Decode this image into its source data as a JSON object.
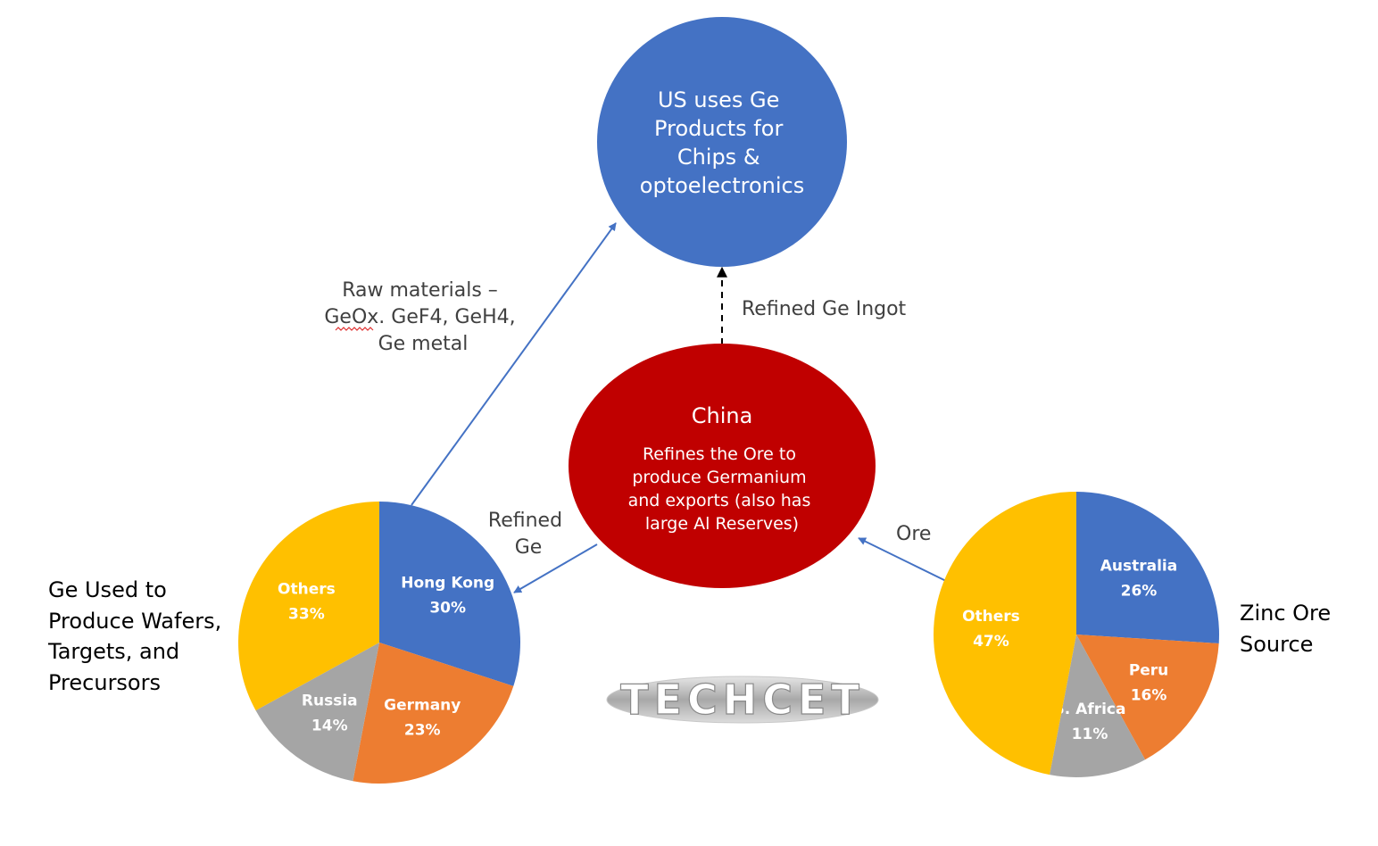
{
  "nodes": {
    "us": {
      "lines": [
        "US uses Ge",
        "Products for",
        "Chips &",
        "optoelectronics"
      ],
      "color": "#4472c4"
    },
    "china": {
      "title": "China",
      "lines": [
        "Refines the Ore to",
        "produce Germanium",
        "and exports (also has",
        "large Al Reserves)"
      ],
      "color": "#c00000"
    }
  },
  "flows": {
    "raw_materials": {
      "lines": [
        "Raw materials –",
        "GeOx. GeF4, GeH4,",
        "Ge metal"
      ]
    },
    "refined_ingot": {
      "label": "Refined Ge Ingot"
    },
    "refined_ge": {
      "lines": [
        "Refined",
        "Ge"
      ]
    },
    "ore": {
      "label": "Ore"
    }
  },
  "labels": {
    "ge_used": [
      "Ge Used to",
      "Produce Wafers,",
      "Targets, and",
      "Precursors"
    ],
    "zinc": [
      "Zinc Ore",
      "Source"
    ]
  },
  "logo": {
    "text": "TECHCET"
  },
  "colors": {
    "blue": "#4472c4",
    "orange": "#ed7d31",
    "gray": "#a5a5a5",
    "yellow": "#ffc000",
    "red": "#c00000",
    "arrow": "#4472c4"
  },
  "chart_data": [
    {
      "type": "pie",
      "title": "",
      "slices": [
        {
          "label": "Hong Kong",
          "value": 30,
          "pct_text": "30%",
          "color": "#4472c4"
        },
        {
          "label": "Germany",
          "value": 23,
          "pct_text": "23%",
          "color": "#ed7d31"
        },
        {
          "label": "Russia",
          "value": 14,
          "pct_text": "14%",
          "color": "#a5a5a5"
        },
        {
          "label": "Others",
          "value": 33,
          "pct_text": "33%",
          "color": "#ffc000"
        }
      ]
    },
    {
      "type": "pie",
      "title": "",
      "slices": [
        {
          "label": "Australia",
          "value": 26,
          "pct_text": "26%",
          "color": "#4472c4"
        },
        {
          "label": "Peru",
          "value": 16,
          "pct_text": "16%",
          "color": "#ed7d31"
        },
        {
          "label": "S. Africa",
          "value": 11,
          "pct_text": "11%",
          "color": "#a5a5a5"
        },
        {
          "label": "Others",
          "value": 47,
          "pct_text": "47%",
          "color": "#ffc000"
        }
      ]
    }
  ]
}
